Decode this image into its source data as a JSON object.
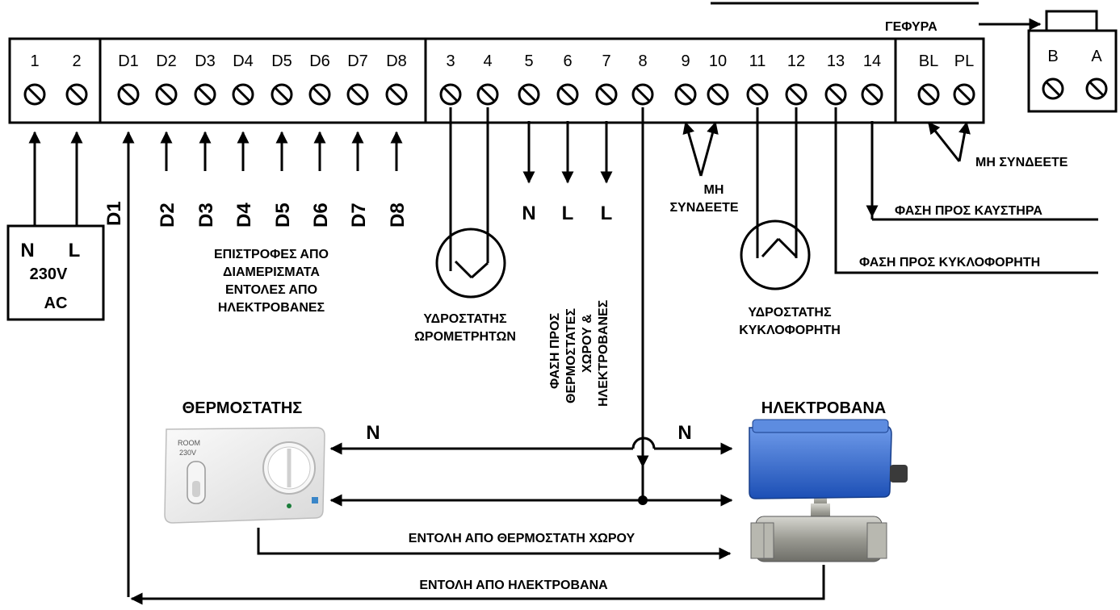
{
  "terminals": {
    "power": [
      "1",
      "2"
    ],
    "inputs": [
      "D1",
      "D2",
      "D3",
      "D4",
      "D5",
      "D6",
      "D7",
      "D8"
    ],
    "main": [
      "3",
      "4",
      "5",
      "6",
      "7",
      "8",
      "9",
      "10",
      "11",
      "12",
      "13",
      "14"
    ],
    "bus": [
      "BL",
      "PL"
    ],
    "bridge": [
      "B",
      "A"
    ]
  },
  "labels": {
    "bridge": "ΓΕΦΥΡΑ",
    "supply_n": "N",
    "supply_l": "L",
    "supply_v": "230V",
    "supply_ac": "AC",
    "d1_vertical": "D1",
    "input_labels": [
      "D2",
      "D3",
      "D4",
      "D5",
      "D6",
      "D7",
      "D8"
    ],
    "returns": [
      "ΕΠΙΣΤΡΟΦΕΣ ΑΠΟ",
      "ΔΙΑΜΕΡΙΣΜΑΤΑ",
      "ΕΝΤΟΛΕΣ ΑΠΟ",
      "ΗΛΕΚΤΡΟΒΑΝΕΣ"
    ],
    "out_n": "N",
    "out_l6": "L",
    "out_l7": "L",
    "meter_thermostat": [
      "ΥΔΡΟΣΤΑΤΗΣ",
      "ΩΡΟΜΕΤΡΗΤΩΝ"
    ],
    "phase_to_thermostats": [
      "ΦΑΣΗ ΠΡΟΣ",
      "ΘΕΡΜΟΣΤΑΤΕΣ",
      "ΧΩΡΟΥ &",
      "ΗΛΕΚΤΡΟΒΑΝΕΣ"
    ],
    "no_connect_mid": [
      "ΜΗ",
      "ΣΥΝΔΕΕΤΕ"
    ],
    "no_connect_right": "ΜΗ ΣΥΝΔΕΕΤΕ",
    "circulator_thermostat": [
      "ΥΔΡΟΣΤΑΤΗΣ",
      "ΚΥΚΛΟΦΟΡΗΤΗ"
    ],
    "phase_to_burner": "ΦΑΣΗ ΠΡΟΣ ΚΑΥΣΤΗΡΑ",
    "phase_to_circulator": "ΦΑΣΗ ΠΡΟΣ ΚΥΚΛΟΦΟΡΗΤΗ",
    "thermostat_title": "ΘΕΡΜΟΣΤΑΤΗΣ",
    "valve_title": "ΗΛΕΚΤΡΟΒΑΝΑ",
    "wire_n_left": "N",
    "wire_n_right": "N",
    "cmd_from_thermostat": "ΕΝΤΟΛΗ ΑΠΟ ΘΕΡΜΟΣΤΑΤΗ ΧΩΡΟΥ",
    "cmd_from_valve": "ΕΝΤΟΛΗ ΑΠΟ ΗΛΕΚΤΡΟΒΑΝΑ",
    "thermostat_brand": "ROOM",
    "thermostat_volt": "230V"
  },
  "colors": {
    "line": "#000000",
    "valve_blue": "#2f63c8",
    "valve_metal": "#a8a8a0",
    "thermostat_body": "#efefef"
  }
}
